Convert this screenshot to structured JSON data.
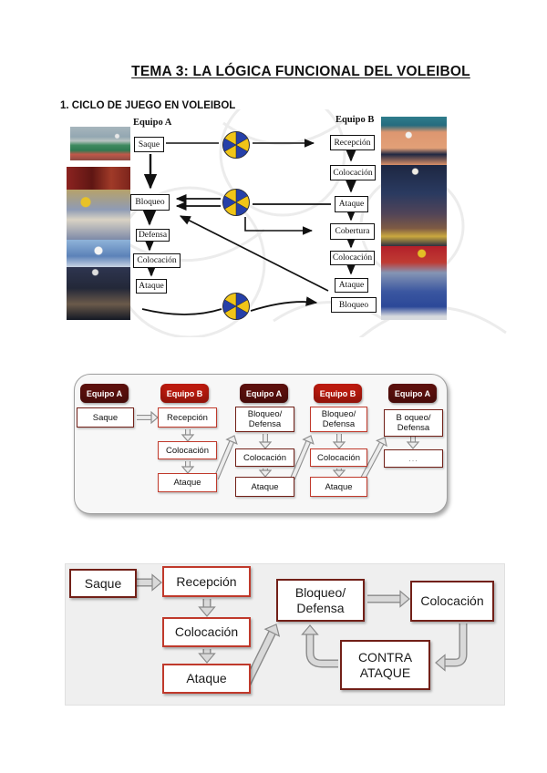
{
  "page": {
    "title": "TEMA 3: LA LÓGICA FUNCIONAL DEL VOLEIBOL",
    "section_heading": "1. CICLO DE JUEGO EN VOLEIBOL"
  },
  "colors": {
    "header_dark": "#5c100d",
    "header_red": "#bb1a0e",
    "border_dark": "#722018",
    "border_red": "#c0392b",
    "arrow_black": "#111111"
  },
  "cycle": {
    "team_a": {
      "label": "Equipo A",
      "steps": [
        "Saque",
        "Bloqueo",
        "Defensa",
        "Colocación",
        "Ataque"
      ]
    },
    "team_b": {
      "label": "Equipo B",
      "steps": [
        "Recepción",
        "Colocación",
        "Ataque",
        "Cobertura",
        "Colocación",
        "Ataque",
        "Bloqueo"
      ]
    }
  },
  "sequence": {
    "columns": [
      {
        "header": "Equipo A",
        "steps": [
          [
            "Saque"
          ]
        ]
      },
      {
        "header": "Equipo B",
        "steps": [
          [
            "Recepción"
          ],
          [
            "Colocación"
          ],
          [
            "Ataque"
          ]
        ]
      },
      {
        "header": "Equipo A",
        "steps": [
          [
            "Bloqueo/",
            "Defensa"
          ],
          [
            "Colocación"
          ],
          [
            "Ataque"
          ]
        ]
      },
      {
        "header": "Equipo B",
        "steps": [
          [
            "Bloqueo/",
            "Defensa"
          ],
          [
            "Colocación"
          ],
          [
            "Ataque"
          ]
        ]
      },
      {
        "header": "Equipo A",
        "steps": [
          [
            "B oqueo/",
            "Defensa"
          ],
          [
            "..."
          ]
        ]
      }
    ]
  },
  "flow": {
    "saque": "Saque",
    "recepcion": "Recepción",
    "colocacion_1": "Colocación",
    "ataque": "Ataque",
    "bloqueo": [
      "Bloqueo/",
      "Defensa"
    ],
    "colocacion_2": "Colocación",
    "contraataque": [
      "CONTRA",
      "ATAQUE"
    ]
  }
}
